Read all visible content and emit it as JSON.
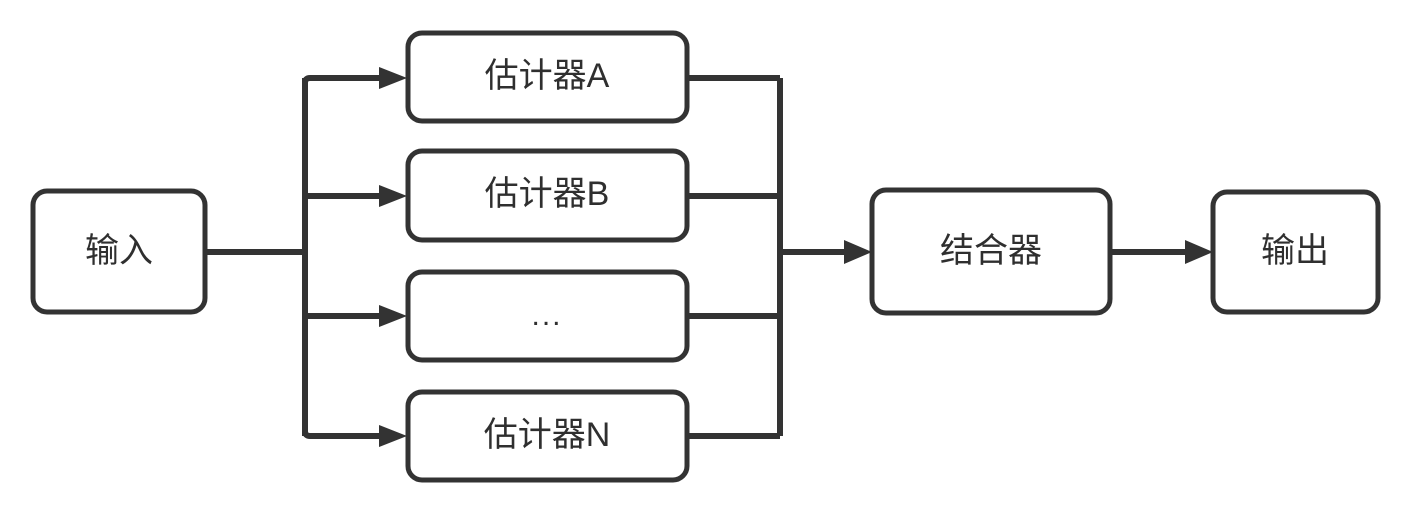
{
  "diagram": {
    "type": "flowchart",
    "direction": "left-to-right",
    "background_color": "#ffffff",
    "stroke_color": "#333333",
    "box_fill_color": "#ffffff",
    "text_color": "#2f2f2f",
    "nodes": {
      "input": {
        "label": "输入"
      },
      "estimator_a": {
        "label": "估计器A"
      },
      "estimator_b": {
        "label": "估计器B"
      },
      "estimator_more": {
        "label": "..."
      },
      "estimator_n": {
        "label": "估计器N"
      },
      "combiner": {
        "label": "结合器"
      },
      "output": {
        "label": "输出"
      }
    }
  }
}
